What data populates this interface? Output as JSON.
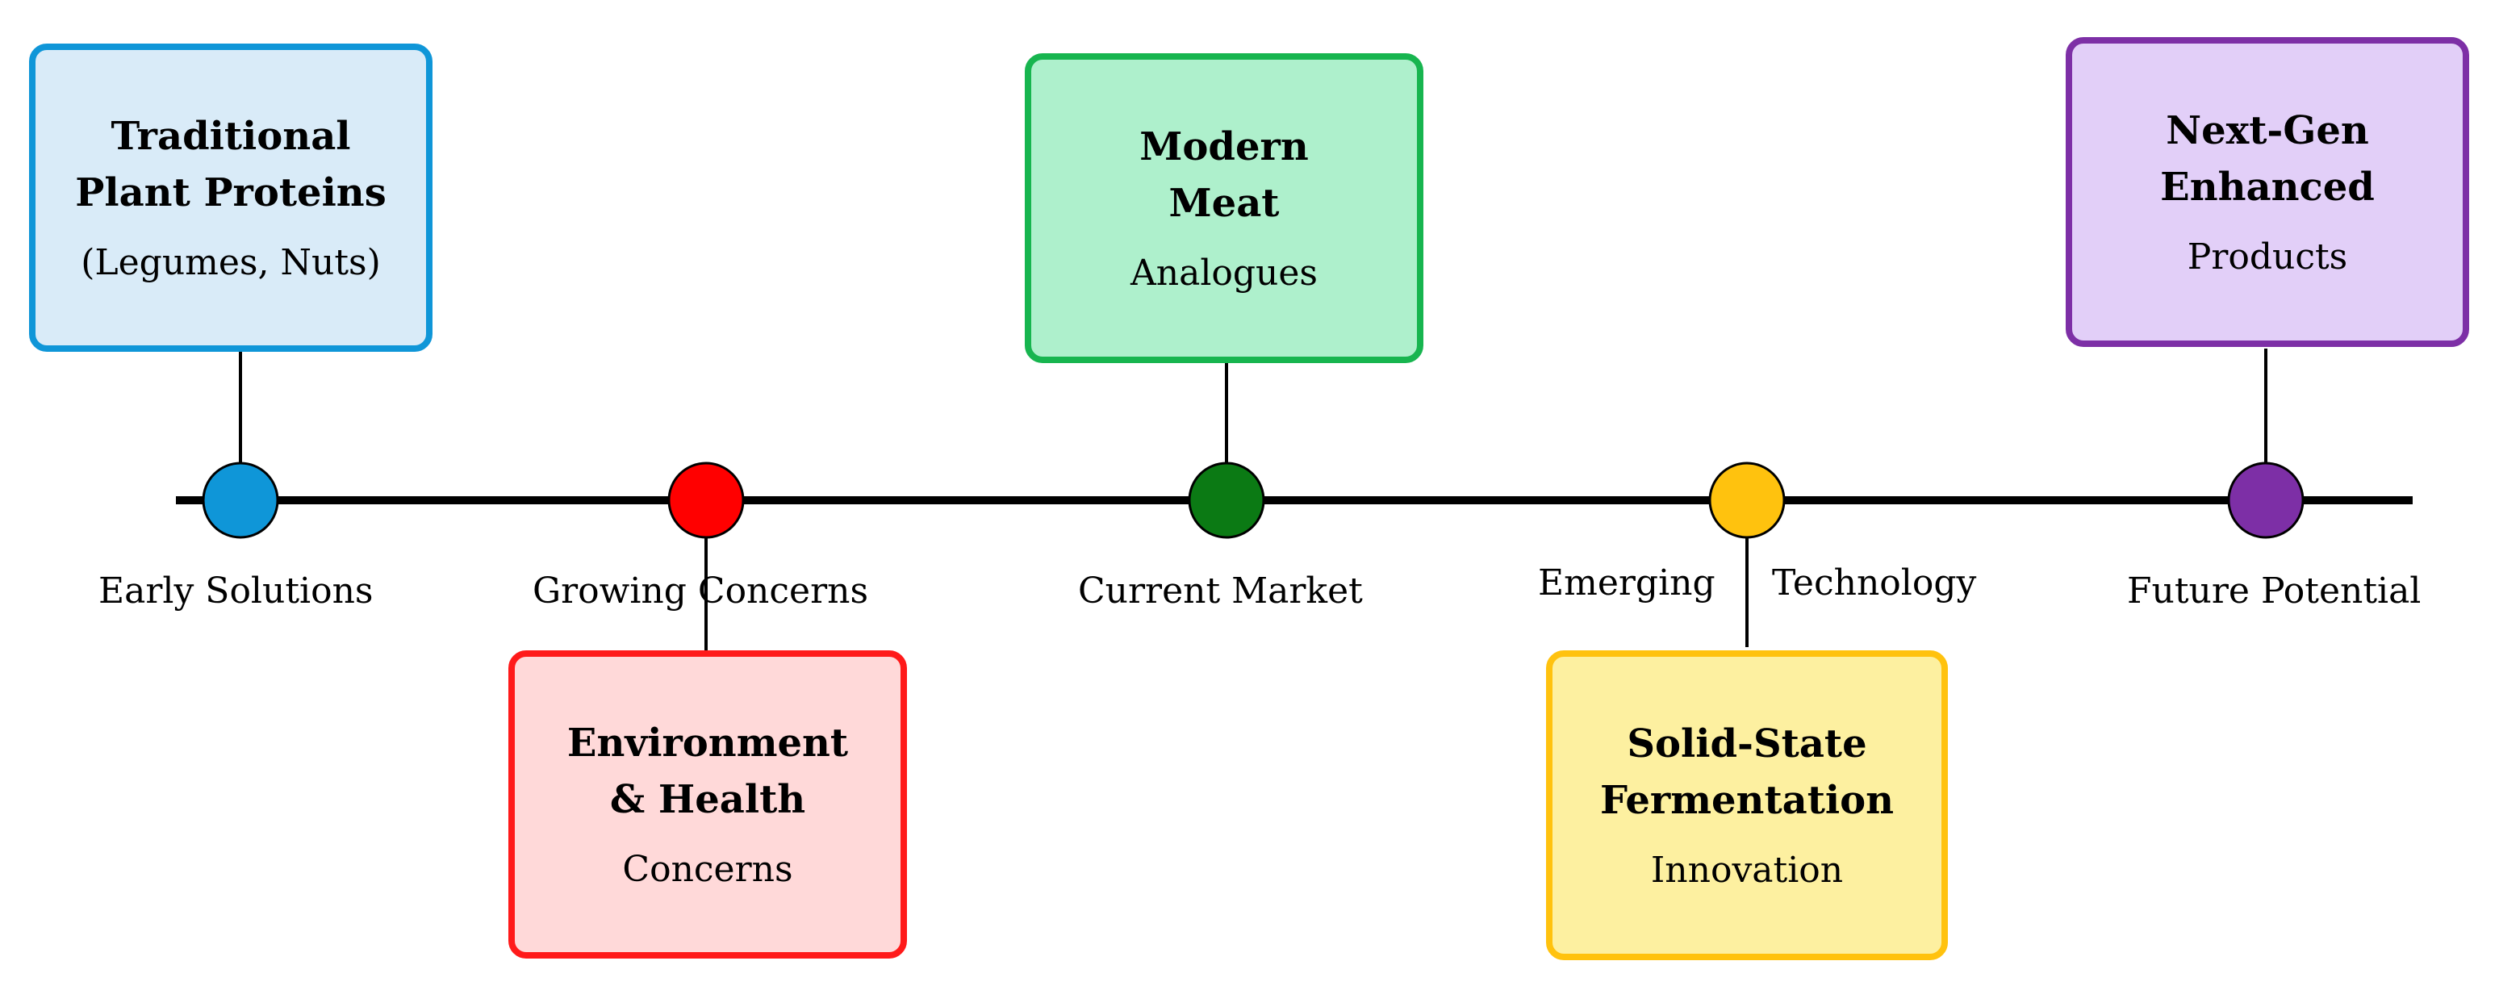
{
  "colors": {
    "line": "#000000",
    "blue": "#0f96d8",
    "blue_fill": "#d9ebf8",
    "red": "#ff1a1a",
    "red_fill": "#ffd9d9",
    "green": "#17b54f",
    "green_fill": "#aef0cc",
    "green_dot": "#0b7a14",
    "yellow": "#ffc20e",
    "yellow_fill": "#fdf0a0",
    "purple": "#7d2fa6",
    "purple_fill": "#e2cff8"
  },
  "milestones": [
    {
      "label": "Early Solutions",
      "title1": "Traditional",
      "title2": "Plant Proteins",
      "sub": "(Legumes, Nuts)",
      "dot_icon": "circle-marker"
    },
    {
      "label": "Growing Concerns",
      "title1": "Environment",
      "title2": "& Health",
      "sub": "Concerns",
      "dot_icon": "circle-marker"
    },
    {
      "label": "Current Market",
      "title1": "Modern",
      "title2": "Meat",
      "sub": "Analogues",
      "dot_icon": "circle-marker"
    },
    {
      "label_left": "Emerging",
      "label_right": "Technology",
      "title1": "Solid-State",
      "title2": "Fermentation",
      "sub": "Innovation",
      "dot_icon": "circle-marker"
    },
    {
      "label": "Future Potential",
      "title1": "Next-Gen",
      "title2": "Enhanced",
      "sub": "Products",
      "dot_icon": "circle-marker"
    }
  ]
}
